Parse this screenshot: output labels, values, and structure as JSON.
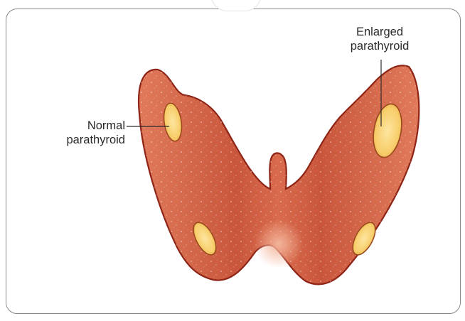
{
  "labels": {
    "normal": {
      "line1": "Normal",
      "line2": "parathyroid"
    },
    "enlarged": {
      "line1": "Enlarged",
      "line2": "parathyroid"
    }
  },
  "colors": {
    "thyroid_fill": "#d9694a",
    "thyroid_outline": "#8e2416",
    "thyroid_highlight": "#f2b79c",
    "parathyroid_fill": "#f7cd6a",
    "parathyroid_outline": "#9c4a1c",
    "frame_border": "#8a8a8a"
  }
}
